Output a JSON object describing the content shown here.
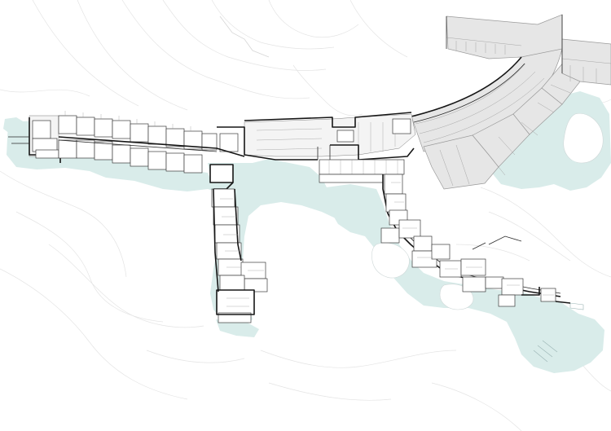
{
  "drawing": {
    "type": "architectural site plan",
    "colors": {
      "water": "#d9ecea",
      "roof": "#e6e6e6",
      "wall": "#161616",
      "background": "#ffffff"
    },
    "elements": [
      "curved-main-building",
      "west-guest-wing",
      "south-guest-wing",
      "southeast-pavilion-chain",
      "lake",
      "terrain-contours"
    ]
  }
}
